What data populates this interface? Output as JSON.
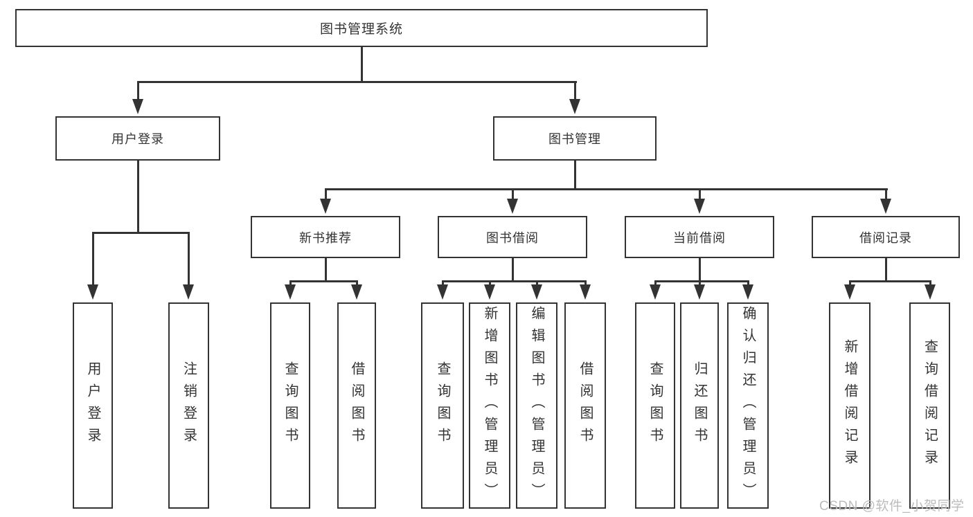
{
  "diagram": {
    "title": "图书管理系统",
    "children": [
      {
        "label": "用户登录",
        "children": [
          {
            "label": "用户登录"
          },
          {
            "label": "注销登录"
          }
        ]
      },
      {
        "label": "图书管理",
        "children": [
          {
            "label": "新书推荐",
            "children": [
              {
                "label": "查询图书"
              },
              {
                "label": "借阅图书"
              }
            ]
          },
          {
            "label": "图书借阅",
            "children": [
              {
                "label": "查询图书"
              },
              {
                "label": "新增图书（管理员）"
              },
              {
                "label": "编辑图书（管理员）"
              },
              {
                "label": "借阅图书"
              }
            ]
          },
          {
            "label": "当前借阅",
            "children": [
              {
                "label": "查询图书"
              },
              {
                "label": "归还图书"
              },
              {
                "label": "确认归还（管理员）"
              }
            ]
          },
          {
            "label": "借阅记录",
            "children": [
              {
                "label": "新增借阅记录"
              },
              {
                "label": "查询借阅记录"
              }
            ]
          }
        ]
      }
    ]
  },
  "watermark": {
    "text": "CSDN @软件_小贺同学"
  },
  "colors": {
    "line": "#333333",
    "text": "#333333",
    "watermark": "#bcbcbc",
    "background": "#ffffff"
  }
}
